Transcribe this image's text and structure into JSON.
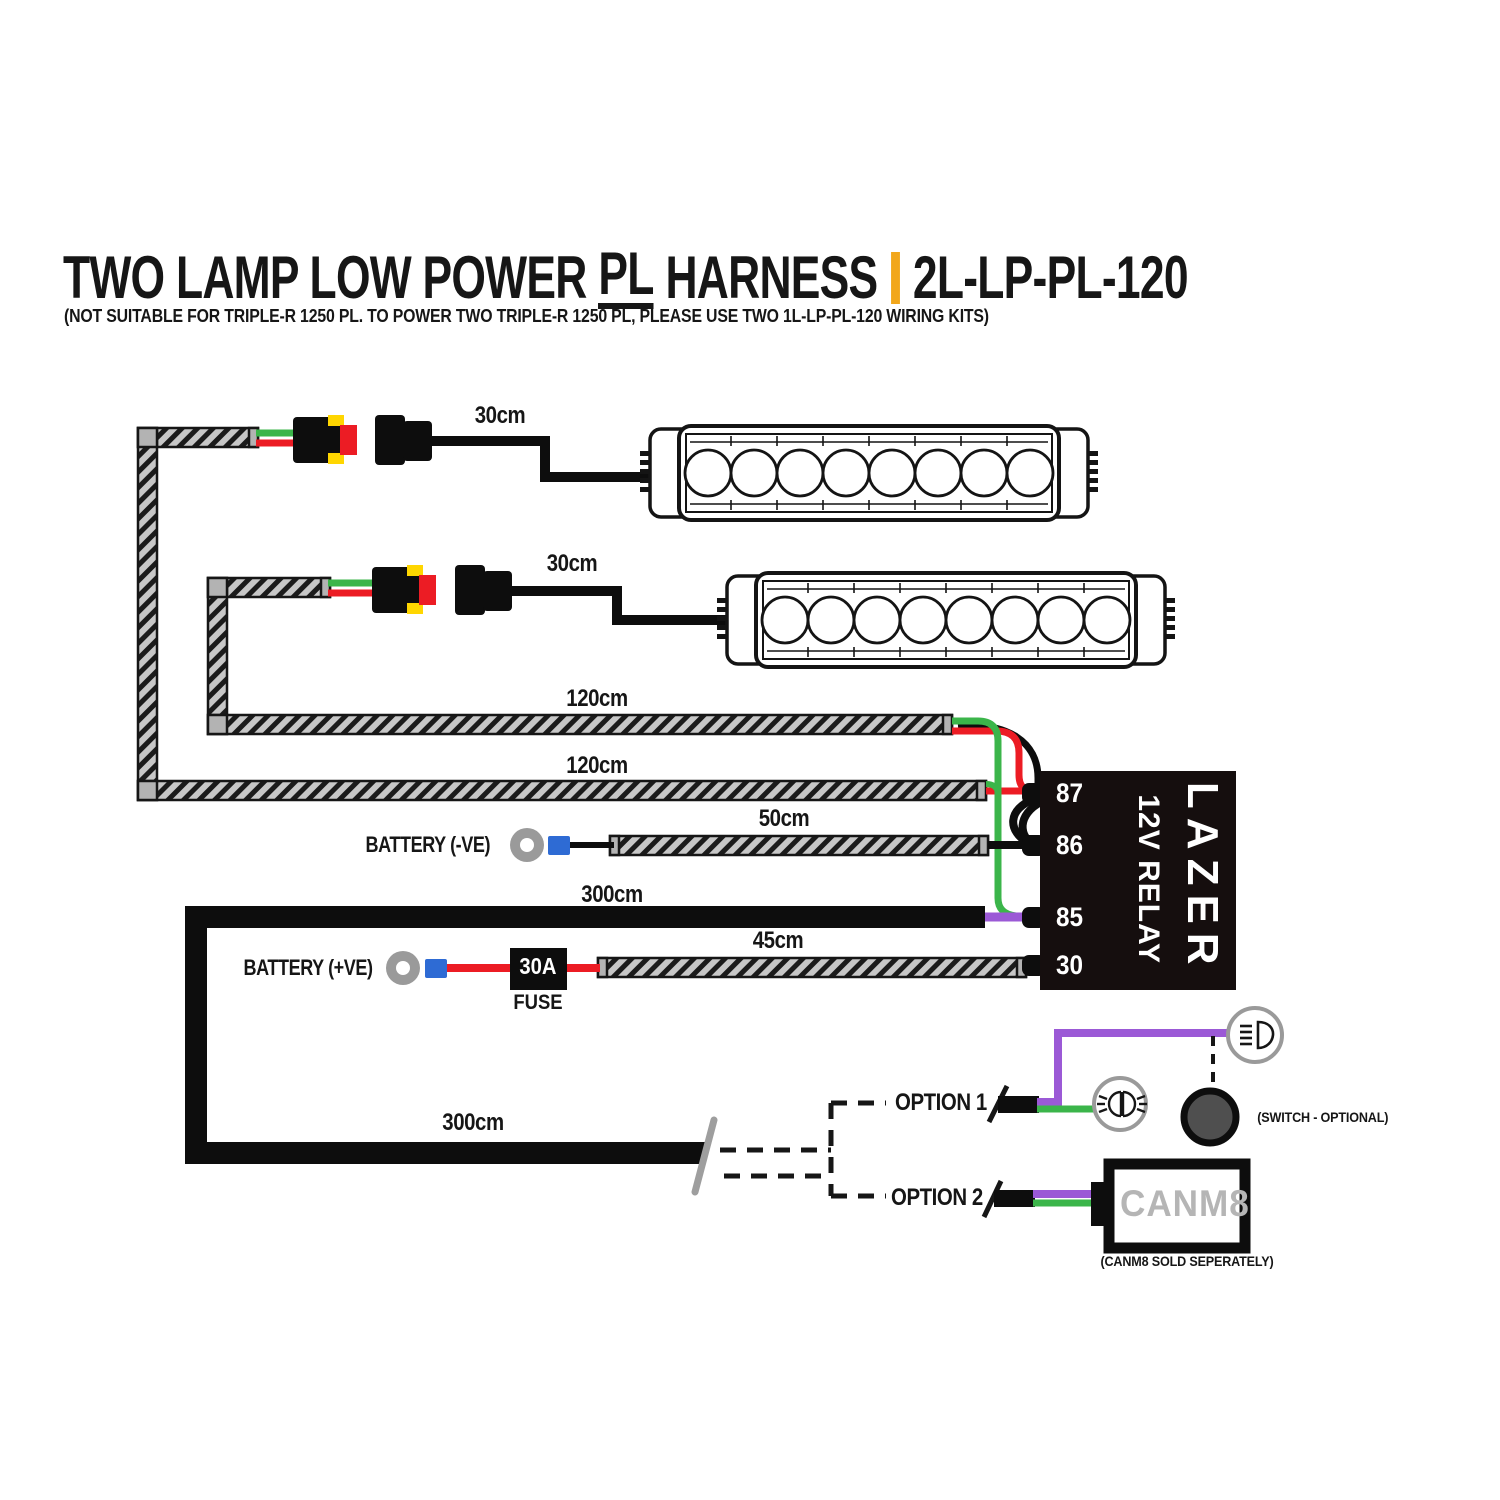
{
  "header": {
    "title_prefix": "TWO LAMP LOW POWER",
    "title_pl": "PL",
    "title_suffix": "HARNESS",
    "product_code": "2L-LP-PL-120",
    "subtitle": "(NOT SUITABLE FOR TRIPLE-R 1250 PL. TO POWER TWO TRIPLE-R 1250 PL, PLEASE USE TWO 1L-LP-PL-120 WIRING KITS)"
  },
  "cables": {
    "lamp1_lead": "30cm",
    "lamp2_lead": "30cm",
    "lamp2_extension": "120cm",
    "lamp1_extension": "120cm",
    "battery_negative_cable": "50cm",
    "switch_cable_to_relay": "300cm",
    "battery_positive_cable": "45cm",
    "switch_cable_run": "300cm"
  },
  "battery": {
    "negative_label": "BATTERY (-VE)",
    "positive_label": "BATTERY (+VE)"
  },
  "fuse": {
    "rating": "30A",
    "label": "FUSE"
  },
  "relay": {
    "brand": "LAZER",
    "label": "12V RELAY",
    "terminals": [
      "87",
      "86",
      "85",
      "30"
    ]
  },
  "options": {
    "option1_label": "OPTION 1",
    "option2_label": "OPTION 2",
    "switch_note": "(SWITCH - OPTIONAL)",
    "canm8_label": "CANM8",
    "canm8_note": "(CANM8 SOLD SEPERATELY)"
  },
  "icons": {
    "main_beam": "headlight-beam-icon",
    "position_light": "lamp-rays-icon",
    "switch": "round-switch-icon",
    "ring_terminal": "ring-terminal-icon"
  },
  "colors": {
    "accent": "#F2A71B",
    "wire_green": "#3BB54A",
    "wire_red": "#EC1C24",
    "wire_purple": "#9B59D6",
    "crimp_blue": "#2E6BD4",
    "relay_body": "#150E0E"
  }
}
